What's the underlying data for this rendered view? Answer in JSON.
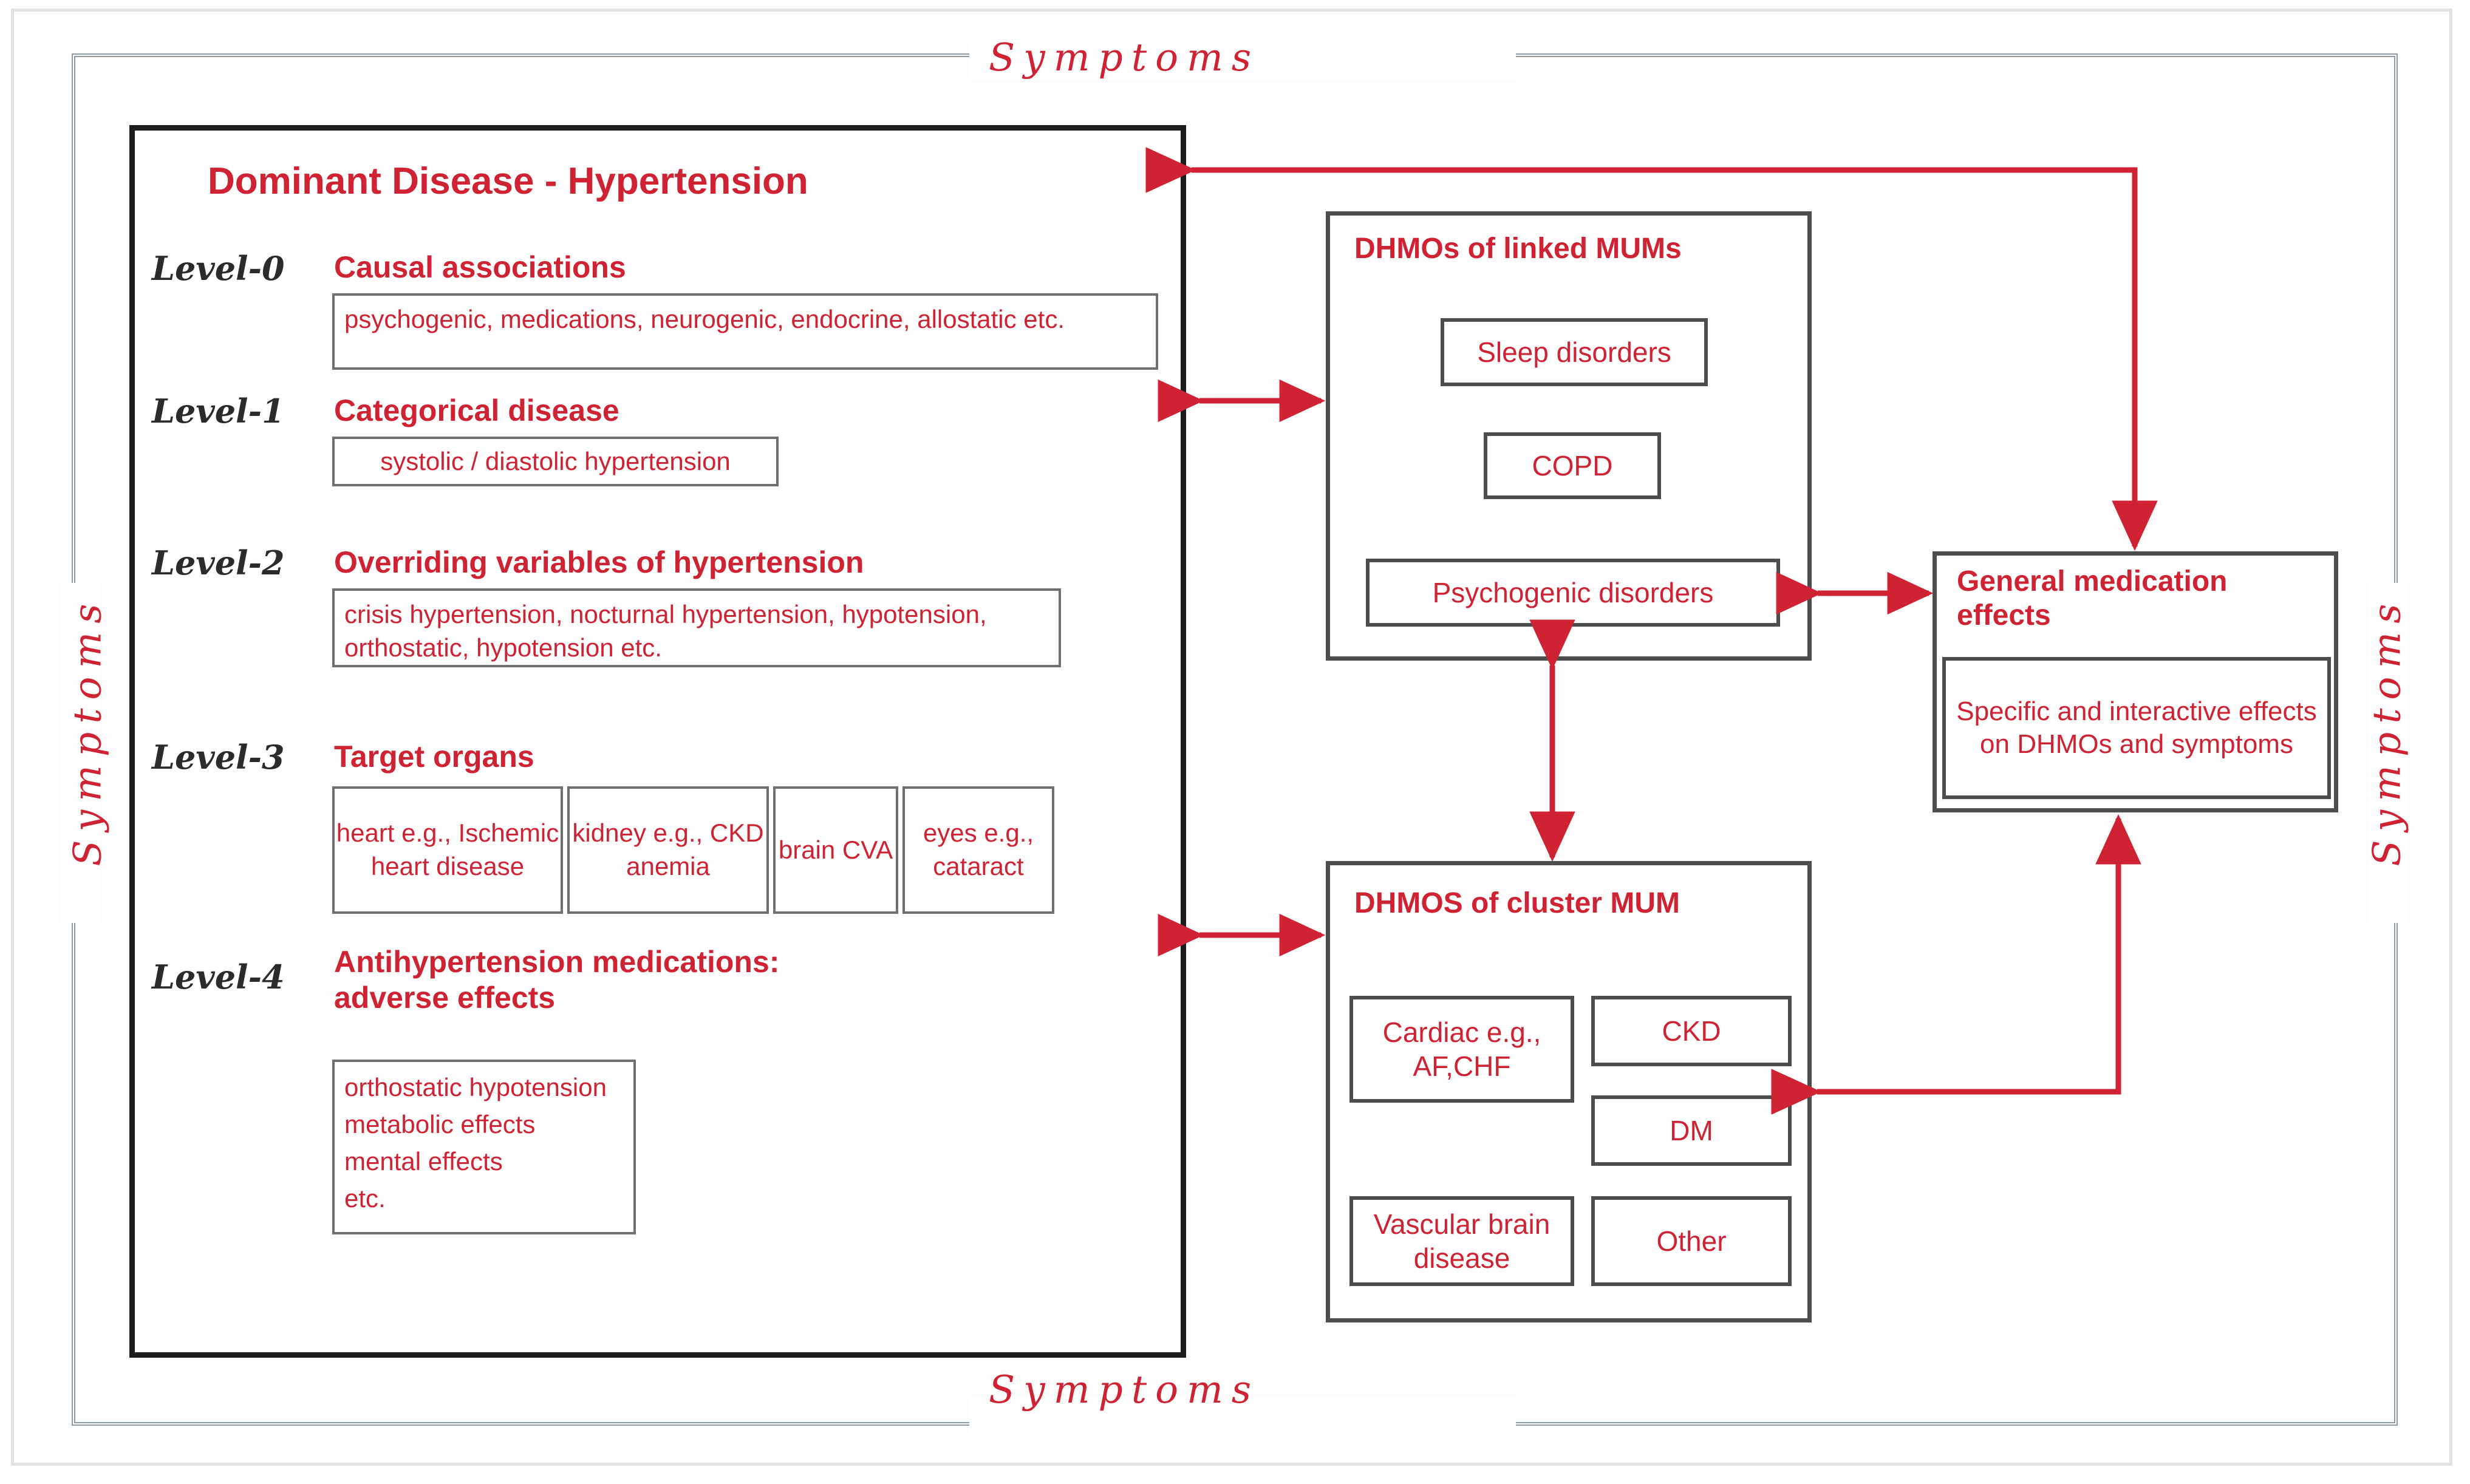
{
  "figure": {
    "border_label": "Symptoms",
    "accent_color": "#cf2233",
    "frame_color": "#8d9aa4"
  },
  "main_panel": {
    "title": "Dominant Disease - Hypertension",
    "levels": [
      {
        "tag": "Level-0",
        "heading": "Causal  associations",
        "box": "psychogenic, medications, neurogenic, endocrine, allostatic etc."
      },
      {
        "tag": "Level-1",
        "heading": "Categorical disease",
        "box": "systolic / diastolic hypertension"
      },
      {
        "tag": "Level-2",
        "heading": "Overriding variables of hypertension",
        "box": "crisis hypertension, nocturnal hypertension, hypotension, orthostatic, hypotension etc."
      },
      {
        "tag": "Level-3",
        "heading": "Target organs",
        "organs": [
          "heart e.g., Ischemic heart disease",
          "kidney e.g., CKD anemia",
          "brain CVA",
          "eyes e.g., cataract"
        ]
      },
      {
        "tag": "Level-4",
        "heading": "Antihypertension medications: adverse effects",
        "effects": [
          "orthostatic hypotension",
          "metabolic effects",
          "mental effects",
          "etc."
        ]
      }
    ]
  },
  "linked_mums": {
    "title": "DHMOs of linked MUMs",
    "items": [
      "Sleep disorders",
      "COPD",
      "Psychogenic disorders"
    ]
  },
  "cluster_mum": {
    "title": "DHMOS of cluster MUM",
    "items": [
      "Cardiac e.g., AF,CHF",
      "CKD",
      "DM",
      "Vascular brain disease",
      "Other"
    ]
  },
  "medication_effects": {
    "title": "General medication effects",
    "box": "Specific and interactive effects on DHMOs and symptoms"
  }
}
